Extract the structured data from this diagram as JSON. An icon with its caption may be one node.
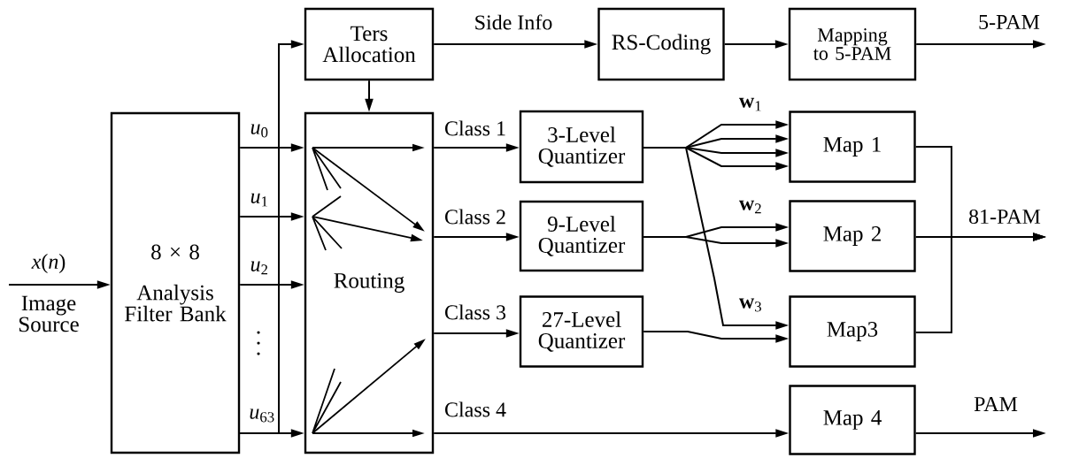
{
  "diagram": {
    "nodes": [
      {
        "text": [
          "8 × 8",
          "Analysis Filter Bank"
        ]
      },
      {
        "text": [
          "Ters Allocation"
        ]
      },
      {
        "text": [
          "Routing"
        ]
      },
      {
        "text": [
          "RS-Coding"
        ]
      },
      {
        "text": [
          "Mapping to 5-PAM"
        ]
      },
      {
        "text": [
          "3-Level Quantizer"
        ]
      },
      {
        "text": [
          "9-Level Quantizer"
        ]
      },
      {
        "text": [
          "27-Level Quantizer"
        ]
      },
      {
        "text": [
          "Map 1"
        ]
      },
      {
        "text": [
          "Map 2"
        ]
      },
      {
        "text": [
          "Map3"
        ]
      },
      {
        "text": [
          "Map 4"
        ]
      }
    ],
    "edges": [
      {
        "from": null,
        "to": 0,
        "arrow": "to",
        "label": "*x*(*n*)"
      },
      {
        "from": 0,
        "to": 2,
        "arrow": "to",
        "label": "*u*$_{0}$"
      },
      {
        "from": 0,
        "to": 2,
        "arrow": "to",
        "label": "*u*$_{1}$"
      },
      {
        "from": 0,
        "to": 2,
        "arrow": "to",
        "label": "*u*$_{2}$"
      },
      {
        "from": 0,
        "to": 2,
        "arrow": "to",
        "label": "*u*$_{63}$"
      },
      {
        "from": 0,
        "to": 1,
        "arrow": "to"
      },
      {
        "from": 1,
        "to": 2,
        "arrow": "to"
      },
      {
        "from": 1,
        "to": 3,
        "arrow": "to",
        "label": "Side Info"
      },
      {
        "from": 3,
        "to": 4,
        "arrow": "to"
      },
      {
        "from": 4,
        "to": null,
        "arrow": "to",
        "label": "5-PAM"
      },
      {
        "from": 2,
        "to": 5,
        "arrow": "to",
        "label": "Class 1"
      },
      {
        "from": 2,
        "to": 6,
        "arrow": "to",
        "label": "Class 2"
      },
      {
        "from": 2,
        "to": 7,
        "arrow": "to",
        "label": "Class 3"
      },
      {
        "from": 2,
        "to": 11,
        "arrow": "to",
        "label": "Class 4"
      },
      {
        "from": 5,
        "to": 8,
        "arrow": "to",
        "label": "**w**$_{1}$"
      },
      {
        "from": 5,
        "to": 8,
        "arrow": "to"
      },
      {
        "from": 5,
        "to": 8,
        "arrow": "to"
      },
      {
        "from": 5,
        "to": 8,
        "arrow": "to"
      },
      {
        "from": 5,
        "to": 10,
        "arrow": "to",
        "label": "**w**$_{3}$"
      },
      {
        "from": 6,
        "to": 9,
        "arrow": "to",
        "label": "**w**$_{2}$"
      },
      {
        "from": 6,
        "to": 9,
        "arrow": "to"
      },
      {
        "from": 7,
        "to": 10,
        "arrow": "to"
      },
      {
        "from": 8,
        "to": null,
        "arrow": "to"
      },
      {
        "from": 9,
        "to": null,
        "arrow": "to",
        "label": "81-PAM"
      },
      {
        "from": 10,
        "to": null,
        "arrow": "to"
      },
      {
        "from": 11,
        "to": null,
        "arrow": "to",
        "label": "PAM"
      }
    ],
    "labels": [
      "Image Source"
    ]
  }
}
